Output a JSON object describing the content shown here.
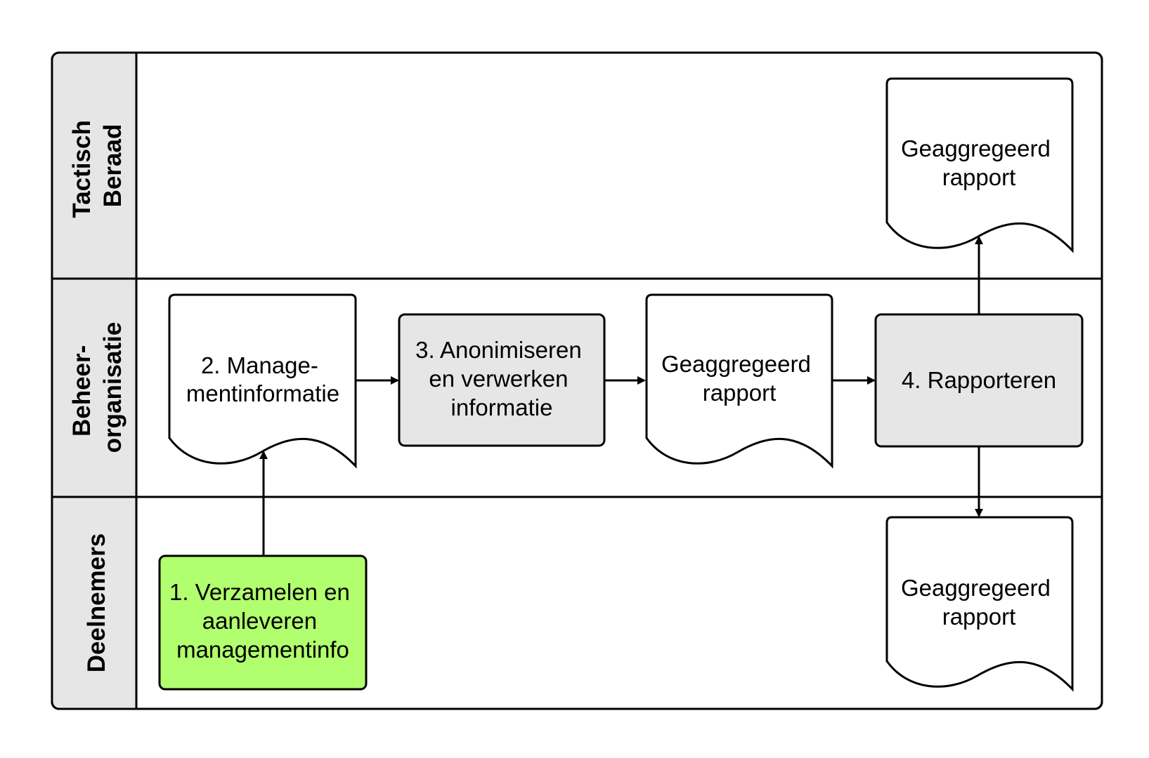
{
  "colors": {
    "lane_header": "#e6e6e6",
    "process_gray": "#e6e6e6",
    "process_green": "#b1ff6e",
    "document": "#ffffff",
    "stroke": "#000000"
  },
  "lanes": [
    {
      "id": "tactisch",
      "title_lines": [
        "Tactisch",
        "Beraad"
      ]
    },
    {
      "id": "beheer",
      "title_lines": [
        "Beheer-",
        "organisatie"
      ]
    },
    {
      "id": "deelnemers",
      "title_lines": [
        "Deelnemers"
      ]
    }
  ],
  "nodes": {
    "step1": {
      "shape": "process",
      "fill": "green",
      "lines": [
        "1. Verzamelen en",
        "aanleveren",
        "managementinfo"
      ]
    },
    "step2": {
      "shape": "document",
      "lines": [
        "2. Manage-",
        "mentinformatie"
      ]
    },
    "step3": {
      "shape": "process",
      "fill": "gray",
      "lines": [
        "3. Anonimiseren",
        "en verwerken",
        "informatie"
      ]
    },
    "report_mid": {
      "shape": "document",
      "lines": [
        "Geaggregeerd",
        "rapport"
      ]
    },
    "step4": {
      "shape": "process",
      "fill": "gray",
      "lines": [
        "4. Rapporteren"
      ]
    },
    "report_top": {
      "shape": "document",
      "lines": [
        "Geaggregeerd",
        "rapport"
      ]
    },
    "report_bottom": {
      "shape": "document",
      "lines": [
        "Geaggregeerd",
        "rapport"
      ]
    }
  },
  "edges": [
    {
      "from": "step1",
      "to": "step2"
    },
    {
      "from": "step2",
      "to": "step3"
    },
    {
      "from": "step3",
      "to": "report_mid"
    },
    {
      "from": "report_mid",
      "to": "step4"
    },
    {
      "from": "step4",
      "to": "report_top"
    },
    {
      "from": "step4",
      "to": "report_bottom"
    }
  ]
}
